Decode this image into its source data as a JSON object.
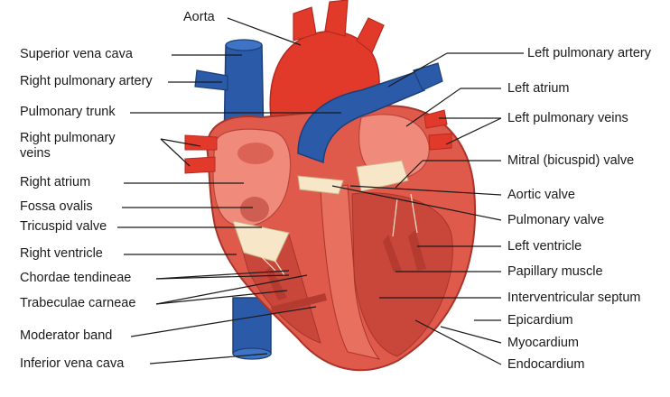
{
  "labels_left": {
    "aorta": "Aorta",
    "superior_vena_cava": "Superior vena cava",
    "right_pulmonary_artery": "Right pulmonary artery",
    "pulmonary_trunk": "Pulmonary trunk",
    "right_pulmonary_veins_1": "Right pulmonary",
    "right_pulmonary_veins_2": "veins",
    "right_atrium": "Right atrium",
    "fossa_ovalis": "Fossa ovalis",
    "tricuspid_valve": "Tricuspid valve",
    "right_ventricle": "Right ventricle",
    "chordae_tendineae": "Chordae tendineae",
    "trabeculae_carneae": "Trabeculae carneae",
    "moderator_band": "Moderator band",
    "inferior_vena_cava": "Inferior vena cava"
  },
  "labels_right": {
    "left_pulmonary_artery": "Left pulmonary artery",
    "left_atrium": "Left atrium",
    "left_pulmonary_veins": "Left pulmonary veins",
    "mitral_valve": "Mitral (bicuspid) valve",
    "aortic_valve": "Aortic valve",
    "pulmonary_valve": "Pulmonary valve",
    "left_ventricle": "Left ventricle",
    "papillary_muscle": "Papillary muscle",
    "interventricular_septum": "Interventricular septum",
    "epicardium": "Epicardium",
    "myocardium": "Myocardium",
    "endocardium": "Endocardium"
  },
  "colors": {
    "artery_red": "#e23a2a",
    "muscle_red": "#e05a4c",
    "inner_pink": "#f08a7a",
    "vein_blue": "#2a5aa8",
    "valve_cream": "#f7e7c8",
    "leader_line": "#1a1a1a"
  }
}
